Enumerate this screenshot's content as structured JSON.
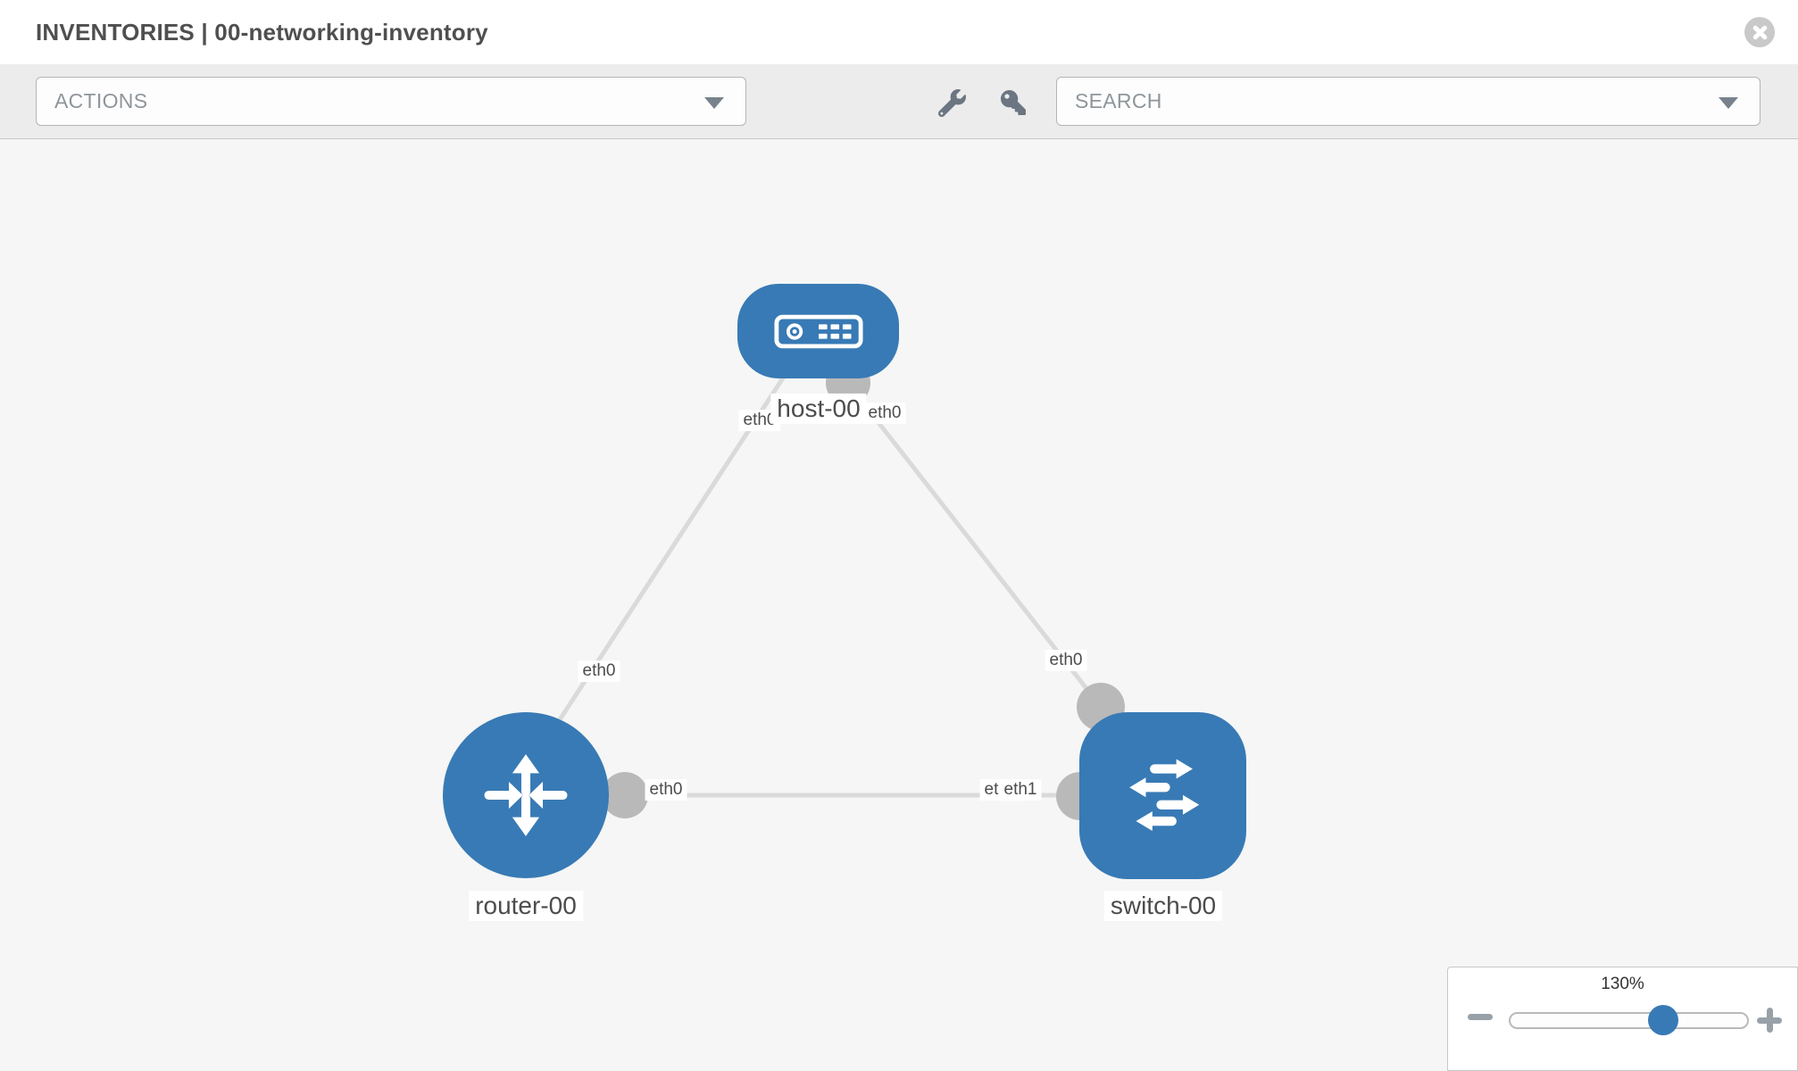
{
  "header": {
    "title": "INVENTORIES | 00-networking-inventory",
    "close_icon": "close-circle-icon"
  },
  "toolbar": {
    "actions_placeholder": "ACTIONS",
    "search_placeholder": "SEARCH",
    "icons": [
      "wrench-icon",
      "key-icon",
      "caret-down-icon"
    ]
  },
  "topology": {
    "nodes": [
      {
        "id": "host-00",
        "label": "host-00",
        "type": "host",
        "icon": "host-icon"
      },
      {
        "id": "router-00",
        "label": "router-00",
        "type": "router",
        "icon": "router-icon"
      },
      {
        "id": "switch-00",
        "label": "switch-00",
        "type": "switch",
        "icon": "switch-icon"
      }
    ],
    "links": [
      {
        "from": "host-00",
        "to": "router-00",
        "labels": {
          "host_side": "eth0",
          "router_side": "eth0"
        }
      },
      {
        "from": "host-00",
        "to": "switch-00",
        "labels": {
          "host_side": "eth0",
          "switch_side": "eth0"
        }
      },
      {
        "from": "router-00",
        "to": "switch-00",
        "labels": {
          "router_side": "eth0",
          "switch_side": "eth1",
          "switch_side_hidden": "eth0"
        }
      }
    ]
  },
  "zoom_control": {
    "value_label": "130%",
    "icons": [
      "minus-icon",
      "plus-icon"
    ]
  },
  "colors": {
    "node_blue": "#387ab5",
    "link_gray": "#dadada",
    "connector_gray": "#b9b9b9",
    "toolbar_bg": "#ececec",
    "canvas_bg": "#f5f6f5"
  }
}
